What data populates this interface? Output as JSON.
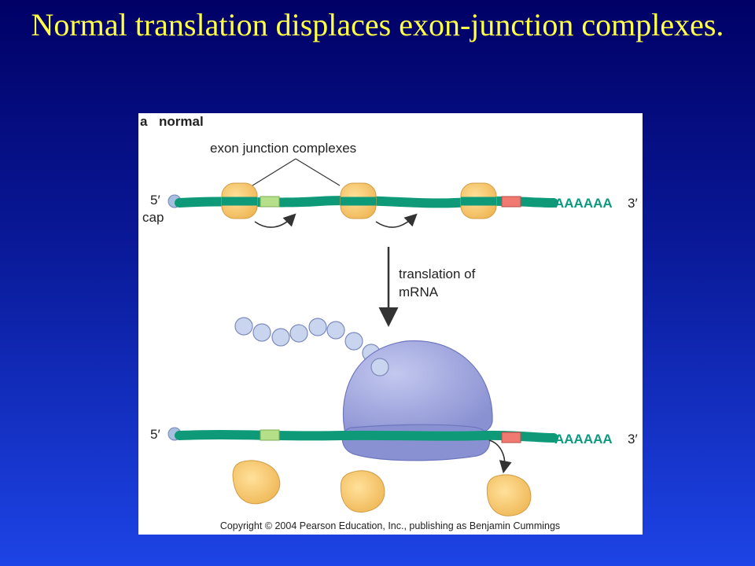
{
  "slide": {
    "title": "Normal translation displaces exon-junction complexes."
  },
  "figure": {
    "panel_letter": "a",
    "panel_name": "normal",
    "ejc_label": "exon junction complexes",
    "five_prime_top": "5′",
    "cap_label": "cap",
    "polya_top": "AAAAAA",
    "three_prime_top": "3′",
    "arrow_label_line1": "translation of",
    "arrow_label_line2": "mRNA",
    "five_prime_bottom": "5′",
    "polya_bottom": "AAAAAA",
    "three_prime_bottom": "3′",
    "copyright": "Copyright © 2004 Pearson Education, Inc., publishing as Benjamin Cummings"
  },
  "colors": {
    "mrna": "#0e9a78",
    "ejc": "#f4c56a",
    "ribosome": "#9ba2dc",
    "amino_acid": "#c9d4ef",
    "exon_light": "#b6df8a",
    "stop_codon": "#f07a72",
    "cap": "#a8bfe0"
  }
}
